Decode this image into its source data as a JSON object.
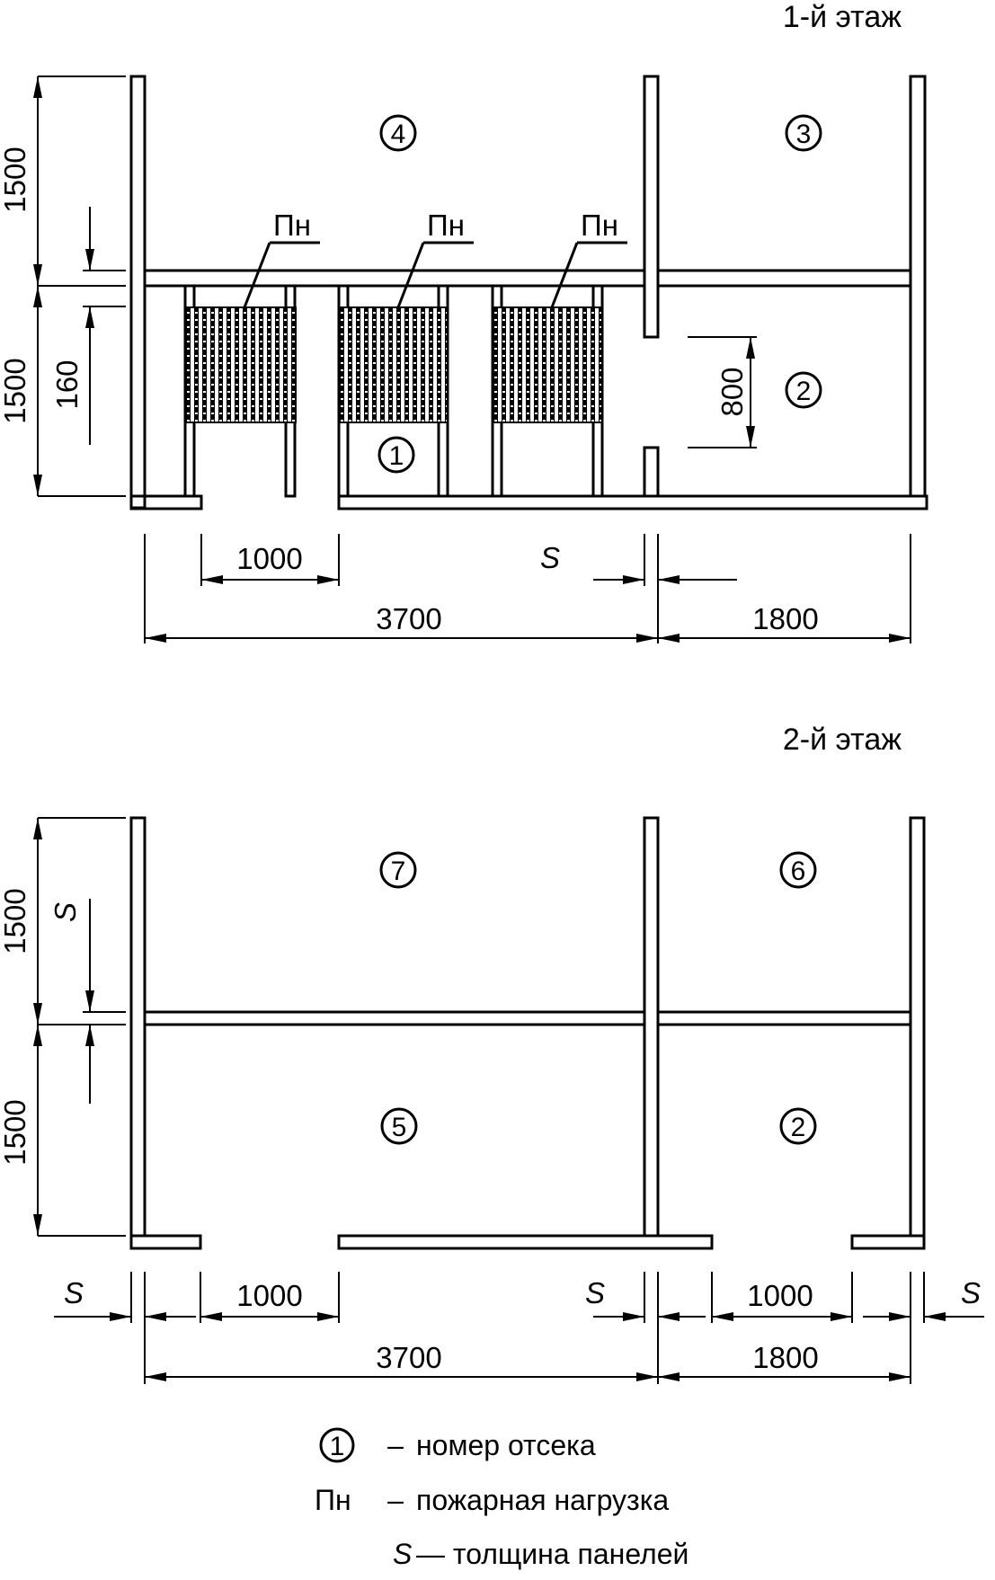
{
  "floor1": {
    "title": "1-й этаж",
    "markers": [
      "1",
      "2",
      "3",
      "4"
    ],
    "fire_load_label": "Пн",
    "dims": {
      "h_upper": "1500",
      "h_lower": "1500",
      "h_160": "160",
      "h_800": "800",
      "w_1000": "1000",
      "w_3700": "3700",
      "w_1800": "1800",
      "s": "S"
    }
  },
  "floor2": {
    "title": "2-й этаж",
    "markers": [
      "7",
      "6",
      "5",
      "2"
    ],
    "dims": {
      "h_upper": "1500",
      "h_lower": "1500",
      "s": "S",
      "w_1000": "1000",
      "w_3700": "3700",
      "w_1800": "1800"
    }
  },
  "legend": {
    "marker_sample": "1",
    "dash": "–",
    "compartment_text": "номер отсека",
    "fire_load_abbr": "Пн",
    "fire_load_text": "пожарная нагрузка",
    "s_symbol": "S",
    "s_text": "— толщина панелей"
  },
  "colors": {
    "line": "#000000",
    "background": "#ffffff"
  }
}
